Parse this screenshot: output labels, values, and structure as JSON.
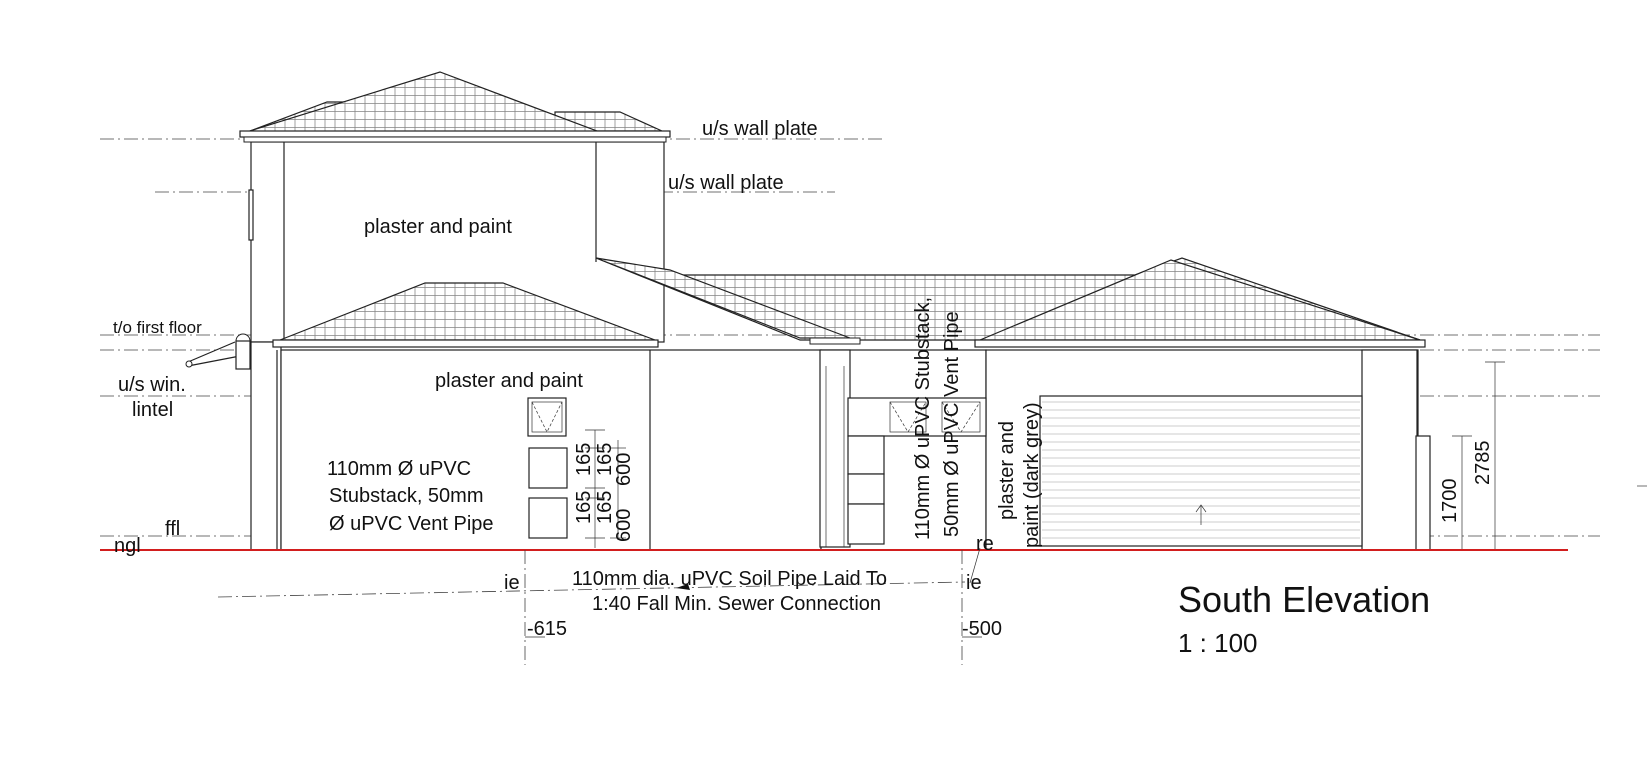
{
  "title": "South Elevation",
  "scale": "1 : 100",
  "level_labels": {
    "upper_wall_plate": "u/s wall plate",
    "lower_wall_plate": "u/s wall plate",
    "first_floor": "t/o first floor",
    "window_lintel_1": "u/s win.",
    "window_lintel_2": "lintel",
    "ffl": "ffl",
    "ngl": "ngl"
  },
  "finish_labels": {
    "upper": "plaster and paint",
    "lower": "plaster and paint",
    "garage_1": "plaster and",
    "garage_2": "paint (dark grey)"
  },
  "stubstack_note": [
    "110mm Ø uPVC",
    "Stubstack, 50mm",
    "Ø uPVC Vent Pipe"
  ],
  "vertical_stubstack_note": [
    "110mm Ø uPVC Stubstack,",
    "50mm Ø uPVC Vent Pipe"
  ],
  "window_dims": [
    "165",
    "165",
    "600",
    "600",
    "165",
    "165"
  ],
  "soil_pipe_note": [
    "110mm dia. uPVC Soil Pipe Laid To",
    "1:40 Fall Min. Sewer Connection"
  ],
  "pipe_levels": {
    "ie_left": "ie",
    "ie_right": "ie",
    "re": "re"
  },
  "invert_depths": {
    "left": "-615",
    "right": "-500"
  },
  "dimensions": {
    "door_height": "1700",
    "wall_height": "2785"
  }
}
